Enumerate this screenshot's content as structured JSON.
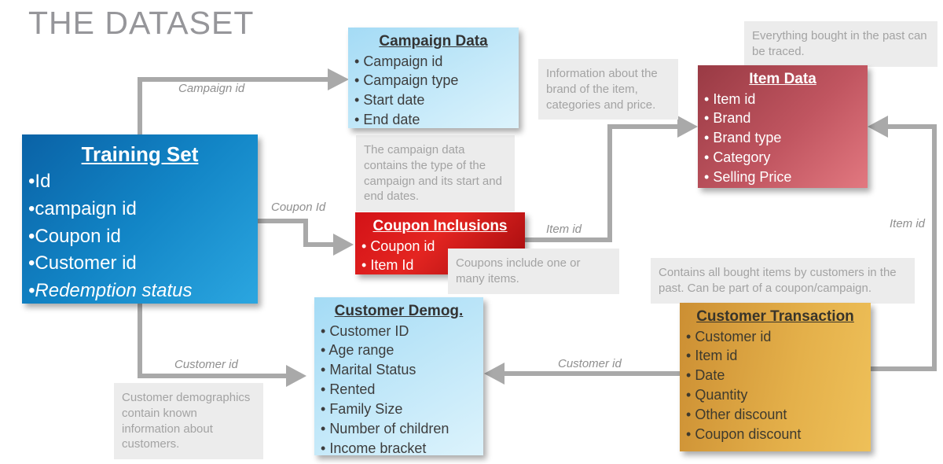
{
  "page_title": "THE DATASET",
  "colors": {
    "training_box": "#1285c6",
    "light_box": "#bfe7f9",
    "coupon_box": "#cf1016",
    "item_box": "#b34c56",
    "transaction_box": "#dda745",
    "arrow": "#a9a9a9",
    "note_bg": "#ececec",
    "note_text": "#a3a3a3",
    "title_text": "#96969a"
  },
  "boxes": {
    "training_set": {
      "title": "Training Set",
      "items": [
        {
          "label": "Id"
        },
        {
          "label": "campaign id"
        },
        {
          "label": "Coupon id"
        },
        {
          "label": "Customer id"
        },
        {
          "label": "Redemption status",
          "style": "italic"
        }
      ]
    },
    "campaign_data": {
      "title": "Campaign Data",
      "items": [
        {
          "label": "Campaign id"
        },
        {
          "label": "Campaign type"
        },
        {
          "label": "Start date"
        },
        {
          "label": "End date"
        }
      ]
    },
    "coupon_inclusions": {
      "title": "Coupon Inclusions",
      "items": [
        {
          "label": "Coupon id"
        },
        {
          "label": "Item Id"
        }
      ]
    },
    "item_data": {
      "title": "Item Data",
      "items": [
        {
          "label": "Item id"
        },
        {
          "label": "Brand"
        },
        {
          "label": "Brand type"
        },
        {
          "label": "Category"
        },
        {
          "label": "Selling Price"
        }
      ]
    },
    "customer_demog": {
      "title": "Customer Demog.",
      "items": [
        {
          "label": "Customer ID"
        },
        {
          "label": "Age range"
        },
        {
          "label": "Marital Status"
        },
        {
          "label": "Rented"
        },
        {
          "label": "Family Size"
        },
        {
          "label": "Number of children"
        },
        {
          "label": "Income bracket"
        }
      ]
    },
    "customer_transaction": {
      "title": "Customer Transaction",
      "items": [
        {
          "label": "Customer id"
        },
        {
          "label": "Item id"
        },
        {
          "label": "Date"
        },
        {
          "label": "Quantity"
        },
        {
          "label": "Other discount"
        },
        {
          "label": "Coupon discount"
        }
      ]
    }
  },
  "notes": {
    "campaign": "The campaign data contains the type of the campaign and its start and end dates.",
    "coupon": "Coupons include one or many items.",
    "item": "Information about the brand of the item, categories and price.",
    "item_history": "Everything bought in the past can be traced.",
    "transaction": "Contains all bought items by customers in the past. Can be part of a coupon/campaign.",
    "demographics": "Customer demographics contain known information about customers."
  },
  "arrow_labels": {
    "campaign_id": "Campaign id",
    "coupon_id": "Coupon Id",
    "item_id_coupon": "Item id",
    "item_id_transaction": "Item id",
    "customer_id_bottom": "Customer id",
    "customer_id_left": "Customer id"
  }
}
